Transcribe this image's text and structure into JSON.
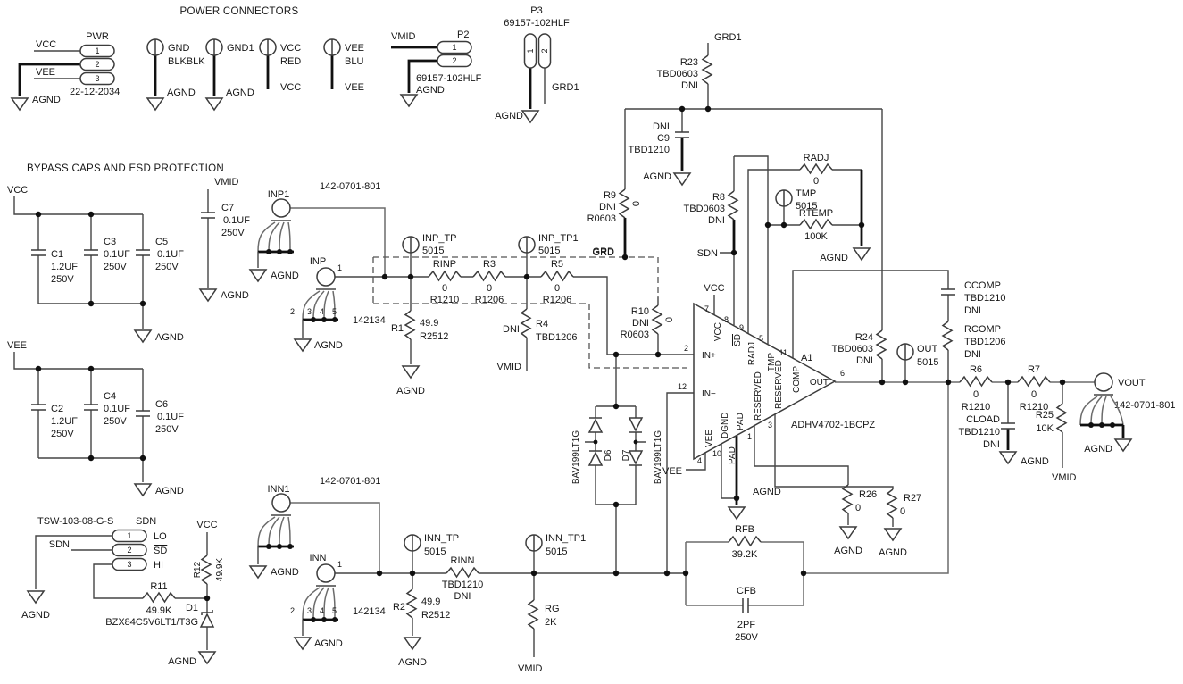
{
  "titles": {
    "power": "POWER CONNECTORS",
    "bypass": "BYPASS CAPS AND ESD PROTECTION"
  },
  "colors": {
    "wire": "#454545",
    "text": "#161616",
    "background": "#ffffff"
  },
  "nets": {
    "vcc": "VCC",
    "vee": "VEE",
    "agnd": "AGND",
    "vmid": "VMID",
    "sdn": "SDN",
    "grd": "GRD",
    "grd1": "GRD1"
  },
  "connectors": {
    "pwr": {
      "ref": "PWR",
      "part": "22-12-2034",
      "pins": [
        "1",
        "2",
        "3"
      ]
    },
    "jack_gnd": {
      "name": "GND",
      "code": "BLKBLK"
    },
    "jack_gnd1": {
      "name": "GND1"
    },
    "jack_vcc": {
      "name": "VCC",
      "code": "RED"
    },
    "jack_vee": {
      "name": "VEE",
      "code": "BLU"
    },
    "p2": {
      "ref": "P2",
      "part": "69157-102HLF",
      "pins": [
        "1",
        "2"
      ]
    },
    "p3": {
      "ref": "P3",
      "part": "69157-102HLF",
      "pins": [
        "1",
        "2"
      ]
    },
    "inp1": {
      "ref": "INP1",
      "part": "142-0701-801"
    },
    "inp": {
      "ref": "INP",
      "part": "142134",
      "pins": [
        "1",
        "2",
        "3",
        "4",
        "5"
      ]
    },
    "inn1": {
      "ref": "INN1",
      "part": "142-0701-801"
    },
    "inn": {
      "ref": "INN",
      "part": "142134",
      "pins": [
        "1",
        "2",
        "3",
        "4",
        "5"
      ]
    },
    "vout": {
      "ref": "VOUT",
      "part": "142-0701-801"
    },
    "shutdown_header": {
      "ref": "SDN",
      "part": "TSW-103-08-G-S",
      "pins": [
        "1",
        "2",
        "3"
      ],
      "pin_labels": [
        "LO",
        "SD",
        "HI"
      ]
    }
  },
  "testpoints": {
    "inp_tp": {
      "ref": "INP_TP",
      "part": "5015"
    },
    "inp_tp1": {
      "ref": "INP_TP1",
      "part": "5015"
    },
    "inn_tp": {
      "ref": "INN_TP",
      "part": "5015"
    },
    "inn_tp1": {
      "ref": "INN_TP1",
      "part": "5015"
    },
    "out": {
      "ref": "OUT",
      "part": "5015"
    },
    "tmp": {
      "ref": "TMP",
      "part": "5015"
    }
  },
  "resistors": {
    "r23": {
      "ref": "R23",
      "value": "TBD0603",
      "note": "DNI"
    },
    "r9": {
      "ref": "R9",
      "value": "0",
      "pkg": "R0603",
      "note": "DNI"
    },
    "r10": {
      "ref": "R10",
      "value": "0",
      "pkg": "R0603",
      "note": "DNI"
    },
    "r8": {
      "ref": "R8",
      "value": "TBD0603",
      "note": "DNI"
    },
    "radj": {
      "ref": "RADJ",
      "value": "0"
    },
    "rtemp": {
      "ref": "RTEMP",
      "value": "100K"
    },
    "rinp": {
      "ref": "RINP",
      "value": "0",
      "pkg": "R1210"
    },
    "r3": {
      "ref": "R3",
      "value": "0",
      "pkg": "R1206"
    },
    "r5": {
      "ref": "R5",
      "value": "0",
      "pkg": "R1206"
    },
    "r1": {
      "ref": "R1",
      "value": "49.9",
      "pkg": "R2512"
    },
    "r4": {
      "ref": "R4",
      "value": "TBD1206",
      "note": "DNI"
    },
    "r24": {
      "ref": "R24",
      "value": "TBD0603",
      "note": "DNI"
    },
    "rcomp": {
      "ref": "RCOMP",
      "value": "TBD1206",
      "note": "DNI"
    },
    "r6": {
      "ref": "R6",
      "value": "0",
      "pkg": "R1210"
    },
    "r7": {
      "ref": "R7",
      "value": "0",
      "pkg": "R1210"
    },
    "r25": {
      "ref": "R25",
      "value": "10K"
    },
    "r26": {
      "ref": "R26",
      "value": "0"
    },
    "r27": {
      "ref": "R27",
      "value": "0"
    },
    "rfb": {
      "ref": "RFB",
      "value": "39.2K"
    },
    "rinn": {
      "ref": "RINN",
      "value": "TBD1210",
      "note": "DNI"
    },
    "rg": {
      "ref": "RG",
      "value": "2K"
    },
    "r2": {
      "ref": "R2",
      "value": "49.9",
      "pkg": "R2512"
    },
    "r11": {
      "ref": "R11",
      "value": "49.9K"
    },
    "r12": {
      "ref": "R12",
      "value": "49.9K"
    }
  },
  "capacitors": {
    "c1": {
      "ref": "C1",
      "value": "1.2UF",
      "rating": "250V"
    },
    "c2": {
      "ref": "C2",
      "value": "1.2UF",
      "rating": "250V"
    },
    "c3": {
      "ref": "C3",
      "value": "0.1UF",
      "rating": "250V"
    },
    "c4": {
      "ref": "C4",
      "value": "0.1UF",
      "rating": "250V"
    },
    "c5": {
      "ref": "C5",
      "value": "0.1UF",
      "rating": "250V"
    },
    "c6": {
      "ref": "C6",
      "value": "0.1UF",
      "rating": "250V"
    },
    "c7": {
      "ref": "C7",
      "value": "0.1UF",
      "rating": "250V"
    },
    "c9": {
      "ref": "C9",
      "value": "TBD1210",
      "note": "DNI"
    },
    "ccomp": {
      "ref": "CCOMP",
      "value": "TBD1210",
      "note": "DNI"
    },
    "cload": {
      "ref": "CLOAD",
      "value": "TBD1210",
      "note": "DNI"
    },
    "cfb": {
      "ref": "CFB",
      "value": "2PF",
      "rating": "250V"
    }
  },
  "diodes": {
    "d6": {
      "ref": "D6",
      "part": "BAV199LT1G"
    },
    "d7": {
      "ref": "D7",
      "part": "BAV199LT1G"
    },
    "d1": {
      "ref": "D1",
      "part": "BZX84C5V6LT1/T3G"
    }
  },
  "amplifier": {
    "ref": "A1",
    "part": "ADHV4702-1BCPZ",
    "pins": {
      "in_pos": {
        "name": "IN+",
        "num": "2"
      },
      "in_neg": {
        "name": "IN−",
        "num": "12"
      },
      "vcc": {
        "name": "VCC",
        "num": "7"
      },
      "sd": {
        "name": "SD",
        "num": "8"
      },
      "radj": {
        "name": "RADJ",
        "num": "9"
      },
      "tmp": {
        "name": "TMP",
        "num": "5"
      },
      "comp": {
        "name": "COMP",
        "num": "11"
      },
      "out": {
        "name": "OUT",
        "num": "6"
      },
      "vee": {
        "name": "VEE",
        "num": "4"
      },
      "dgnd": {
        "name": "DGND",
        "num": "10"
      },
      "pad": {
        "name": "PAD",
        "label": "PAD"
      },
      "reserved1": {
        "name": "RESERVED",
        "num": "1"
      },
      "reserved3": {
        "name": "RESERVED",
        "num": "3"
      }
    }
  }
}
